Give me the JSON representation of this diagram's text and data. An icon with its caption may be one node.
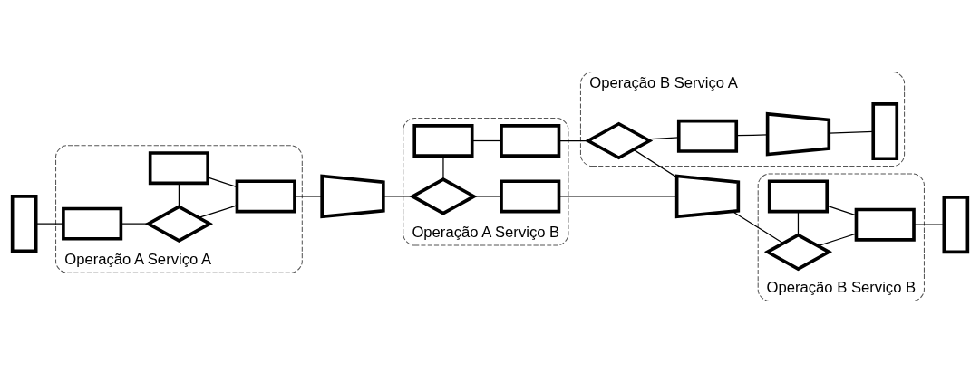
{
  "diagram": {
    "nodes": [
      {
        "text": [],
        "shape": "box"
      },
      {
        "text": [
          "Operação A Serviço A"
        ]
      },
      {
        "text": [],
        "shape": "box",
        "in": 1
      },
      {
        "text": [],
        "shape": "box",
        "in": 1
      },
      {
        "text": [],
        "shape": "diamond",
        "in": 1
      },
      {
        "text": [],
        "shape": "box",
        "in": 1
      },
      {
        "text": [],
        "shape": "trapezoid"
      },
      {
        "text": [
          "Operação A Serviço B"
        ]
      },
      {
        "text": [],
        "shape": "box",
        "in": 7
      },
      {
        "text": [],
        "shape": "box",
        "in": 7
      },
      {
        "text": [],
        "shape": "diamond",
        "in": 7
      },
      {
        "text": [],
        "shape": "box",
        "in": 7
      },
      {
        "text": [
          "Operação B Serviço A"
        ]
      },
      {
        "text": [],
        "shape": "diamond",
        "in": 12
      },
      {
        "text": [],
        "shape": "box",
        "in": 12
      },
      {
        "text": [],
        "shape": "trapezoid",
        "in": 12
      },
      {
        "text": [],
        "shape": "box",
        "in": 12
      },
      {
        "text": [],
        "shape": "trapezoid"
      },
      {
        "text": [
          "Operação B Serviço B"
        ]
      },
      {
        "text": [],
        "shape": "diamond",
        "in": 18
      },
      {
        "text": [],
        "shape": "box",
        "in": 18
      },
      {
        "text": [],
        "shape": "box",
        "in": 18
      },
      {
        "text": [],
        "shape": "box"
      }
    ],
    "edges": [
      {
        "from": 0,
        "to": 2,
        "arrow": "none"
      },
      {
        "from": 2,
        "to": 4,
        "arrow": "none"
      },
      {
        "from": 4,
        "to": 3,
        "arrow": "none"
      },
      {
        "from": 4,
        "to": 5,
        "arrow": "none"
      },
      {
        "from": 3,
        "to": 5,
        "arrow": "none"
      },
      {
        "from": 5,
        "to": 6,
        "arrow": "none"
      },
      {
        "from": 6,
        "to": 10,
        "arrow": "none"
      },
      {
        "from": 10,
        "to": 8,
        "arrow": "none"
      },
      {
        "from": 8,
        "to": 9,
        "arrow": "none"
      },
      {
        "from": 10,
        "to": 11,
        "arrow": "none"
      },
      {
        "from": 9,
        "to": 13,
        "arrow": "none"
      },
      {
        "from": 11,
        "to": 17,
        "arrow": "none"
      },
      {
        "from": 13,
        "to": 17,
        "arrow": "none"
      },
      {
        "from": 13,
        "to": 14,
        "arrow": "none"
      },
      {
        "from": 14,
        "to": 15,
        "arrow": "none"
      },
      {
        "from": 15,
        "to": 16,
        "arrow": "none"
      },
      {
        "from": 17,
        "to": 19,
        "arrow": "none"
      },
      {
        "from": 19,
        "to": 21,
        "arrow": "none"
      },
      {
        "from": 19,
        "to": 20,
        "arrow": "none"
      },
      {
        "from": 21,
        "to": 20,
        "arrow": "none"
      },
      {
        "from": 20,
        "to": 22,
        "arrow": "none"
      }
    ]
  }
}
